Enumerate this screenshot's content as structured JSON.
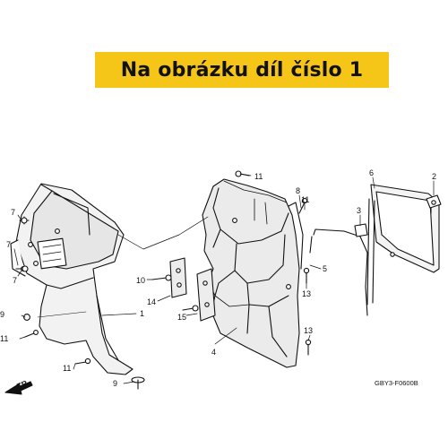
{
  "banner": {
    "text": "Na obrázku díl číslo 1",
    "color": "#f5c518"
  },
  "diagram_code": "GBY3-F0600B",
  "front_marker": "FR.",
  "callouts": [
    "7",
    "7",
    "7",
    "9",
    "11",
    "11",
    "9",
    "1",
    "10",
    "14",
    "15",
    "11",
    "4",
    "8",
    "11",
    "5",
    "13",
    "13",
    "6",
    "3",
    "2"
  ]
}
